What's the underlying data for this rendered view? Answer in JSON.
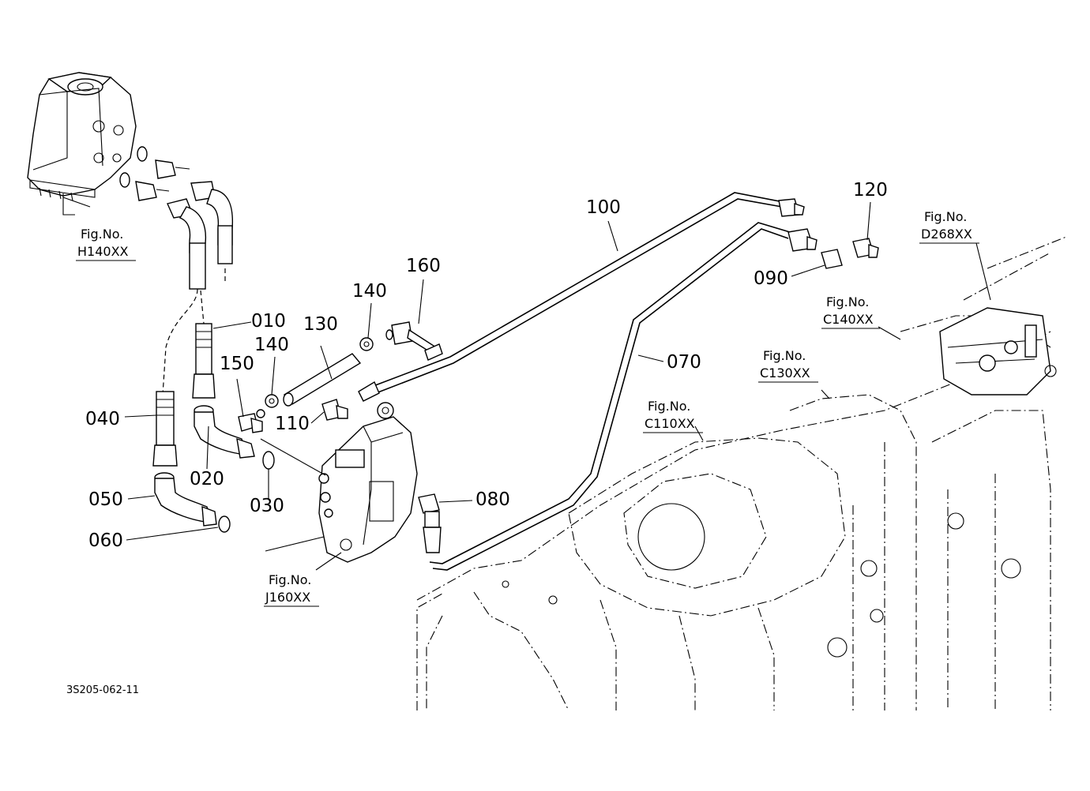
{
  "drawing_code": "3S205-062-11",
  "part_labels": [
    {
      "id": "010",
      "text": "010"
    },
    {
      "id": "020",
      "text": "020"
    },
    {
      "id": "030",
      "text": "030"
    },
    {
      "id": "040",
      "text": "040"
    },
    {
      "id": "050",
      "text": "050"
    },
    {
      "id": "060",
      "text": "060"
    },
    {
      "id": "070",
      "text": "070"
    },
    {
      "id": "080",
      "text": "080"
    },
    {
      "id": "090",
      "text": "090"
    },
    {
      "id": "100",
      "text": "100"
    },
    {
      "id": "110",
      "text": "110"
    },
    {
      "id": "120",
      "text": "120"
    },
    {
      "id": "130",
      "text": "130"
    },
    {
      "id": "140a",
      "text": "140"
    },
    {
      "id": "140b",
      "text": "140"
    },
    {
      "id": "150",
      "text": "150"
    },
    {
      "id": "160",
      "text": "160"
    }
  ],
  "figure_refs": [
    {
      "id": "h140",
      "prefix": "Fig.No.",
      "code": "H140XX"
    },
    {
      "id": "j160",
      "prefix": "Fig.No.",
      "code": "J160XX"
    },
    {
      "id": "c110",
      "prefix": "Fig.No.",
      "code": "C110XX"
    },
    {
      "id": "c130",
      "prefix": "Fig.No.",
      "code": "C130XX"
    },
    {
      "id": "c140",
      "prefix": "Fig.No.",
      "code": "C140XX"
    },
    {
      "id": "d268",
      "prefix": "Fig.No.",
      "code": "D268XX"
    }
  ]
}
